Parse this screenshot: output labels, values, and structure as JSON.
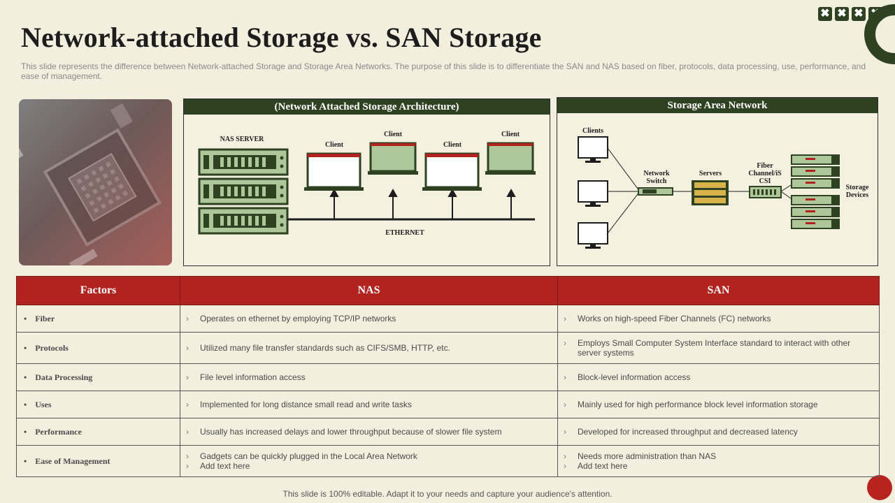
{
  "title": "Network-attached Storage vs. SAN Storage",
  "subtitle": "This slide represents the difference between Network-attached Storage and Storage Area Networks. The purpose of this slide is to differentiate the SAN and NAS based on fiber, protocols, data processing, use, performance, and ease of management.",
  "nas_panel": {
    "heading": "(Network Attached Storage Architecture)",
    "server_label": "NAS SERVER",
    "client_labels": [
      "Client",
      "Client",
      "Client",
      "Client"
    ],
    "bus_label": "ETHERNET"
  },
  "san_panel": {
    "heading": "Storage Area Network",
    "clients_label": "Clients",
    "switch_label": "Network Switch",
    "servers_label": "Servers",
    "fiber_label": "Fiber Channel/iS CSI",
    "storage_label": "Storage Devices"
  },
  "table": {
    "headers": [
      "Factors",
      "NAS",
      "SAN"
    ],
    "rows": [
      {
        "factor": "Fiber",
        "nas": [
          "Operates on ethernet by employing TCP/IP networks"
        ],
        "san": [
          "Works on high-speed Fiber Channels (FC) networks"
        ]
      },
      {
        "factor": "Protocols",
        "nas": [
          "Utilized many file transfer standards such as CIFS/SMB, HTTP, etc."
        ],
        "san": [
          "Employs Small Computer System Interface standard to interact with other server systems"
        ]
      },
      {
        "factor": "Data Processing",
        "nas": [
          "File level information access"
        ],
        "san": [
          "Block-level information access"
        ]
      },
      {
        "factor": "Uses",
        "nas": [
          "Implemented for long distance small read and write tasks"
        ],
        "san": [
          "Mainly used for high performance block level information storage"
        ]
      },
      {
        "factor": "Performance",
        "nas": [
          "Usually has increased delays and lower throughput because of slower file system"
        ],
        "san": [
          "Developed for increased throughput and decreased latency"
        ]
      },
      {
        "factor": "Ease of Management",
        "nas": [
          "Gadgets can be quickly plugged in the Local Area Network",
          "Add text here"
        ],
        "san": [
          "Needs more administration than NAS",
          "Add text here"
        ]
      }
    ]
  },
  "footer": "This slide is 100% editable. Adapt it to your needs and capture your audience's attention.",
  "colors": {
    "accent_red": "#b0231f",
    "accent_green": "#2e4121",
    "background": "#f2efdf"
  }
}
